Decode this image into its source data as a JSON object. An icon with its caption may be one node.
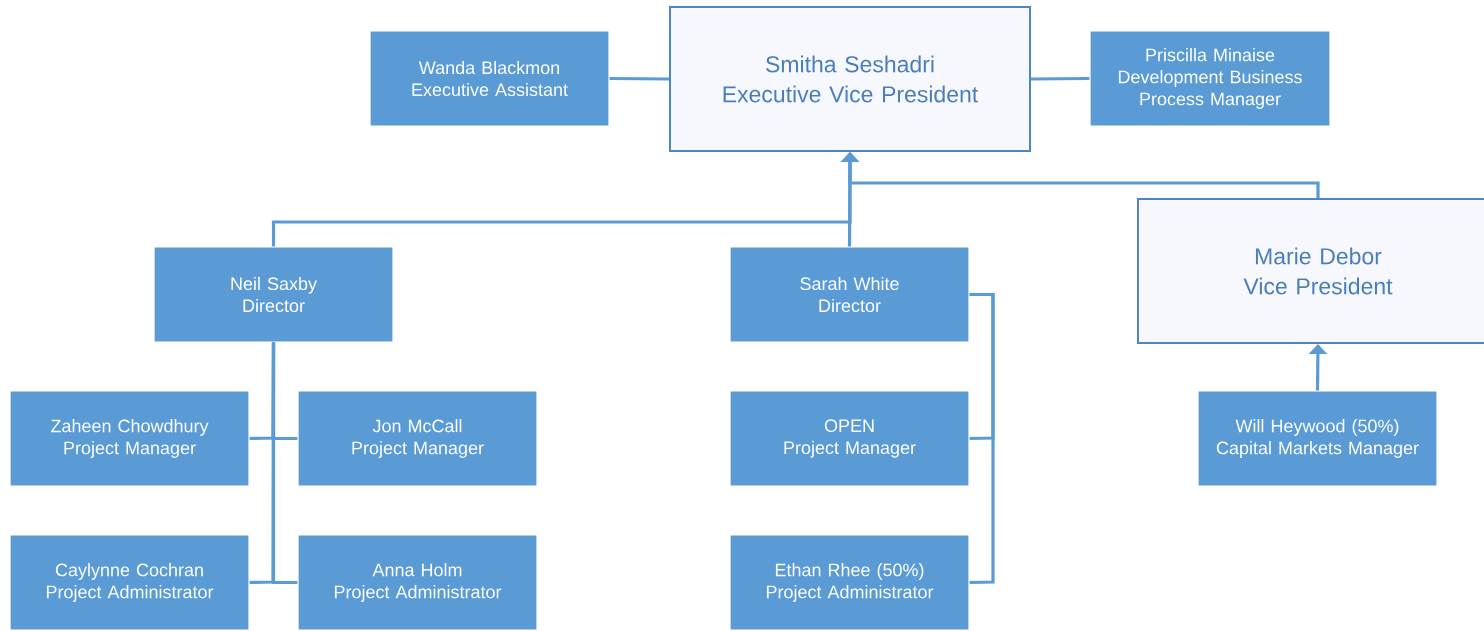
{
  "diagram": {
    "nodes": [
      {
        "text": [
          "Wanda Blackmon",
          "Executive Assistant"
        ]
      },
      {
        "text": [
          "Smitha Seshadri",
          "Executive Vice President"
        ]
      },
      {
        "text": [
          "Priscilla Minaise",
          "Development Business Process Manager"
        ]
      },
      {
        "text": [
          "Neil Saxby",
          "Director"
        ]
      },
      {
        "text": [
          "Sarah White",
          "Director"
        ]
      },
      {
        "text": [
          "Marie Debor",
          "Vice President"
        ]
      },
      {
        "text": [
          "Zaheen Chowdhury",
          "Project Manager"
        ]
      },
      {
        "text": [
          "Jon McCall",
          "Project Manager"
        ]
      },
      {
        "text": [
          "OPEN",
          "Project Manager"
        ]
      },
      {
        "text": [
          "Will Heywood (50%)",
          "Capital Markets Manager"
        ]
      },
      {
        "text": [
          "Caylynne Cochran",
          "Project Administrator"
        ]
      },
      {
        "text": [
          "Anna Holm",
          "Project Administrator"
        ]
      },
      {
        "text": [
          "Ethan Rhee (50%)",
          "Project Administrator"
        ]
      }
    ],
    "edges": [
      {
        "from": 0,
        "to": 1,
        "arrow": "none"
      },
      {
        "from": 1,
        "to": 2,
        "arrow": "none"
      },
      {
        "from": 3,
        "to": 1,
        "arrow": "to"
      },
      {
        "from": 4,
        "to": 1,
        "arrow": "to"
      },
      {
        "from": 5,
        "to": 1,
        "arrow": "to"
      },
      {
        "from": 9,
        "to": 5,
        "arrow": "to"
      },
      {
        "from": 3,
        "to": 6,
        "arrow": "none"
      },
      {
        "from": 3,
        "to": 7,
        "arrow": "none"
      },
      {
        "from": 3,
        "to": 10,
        "arrow": "none"
      },
      {
        "from": 3,
        "to": 11,
        "arrow": "none"
      },
      {
        "from": 4,
        "to": 8,
        "arrow": "none"
      },
      {
        "from": 4,
        "to": 12,
        "arrow": "none"
      }
    ]
  }
}
